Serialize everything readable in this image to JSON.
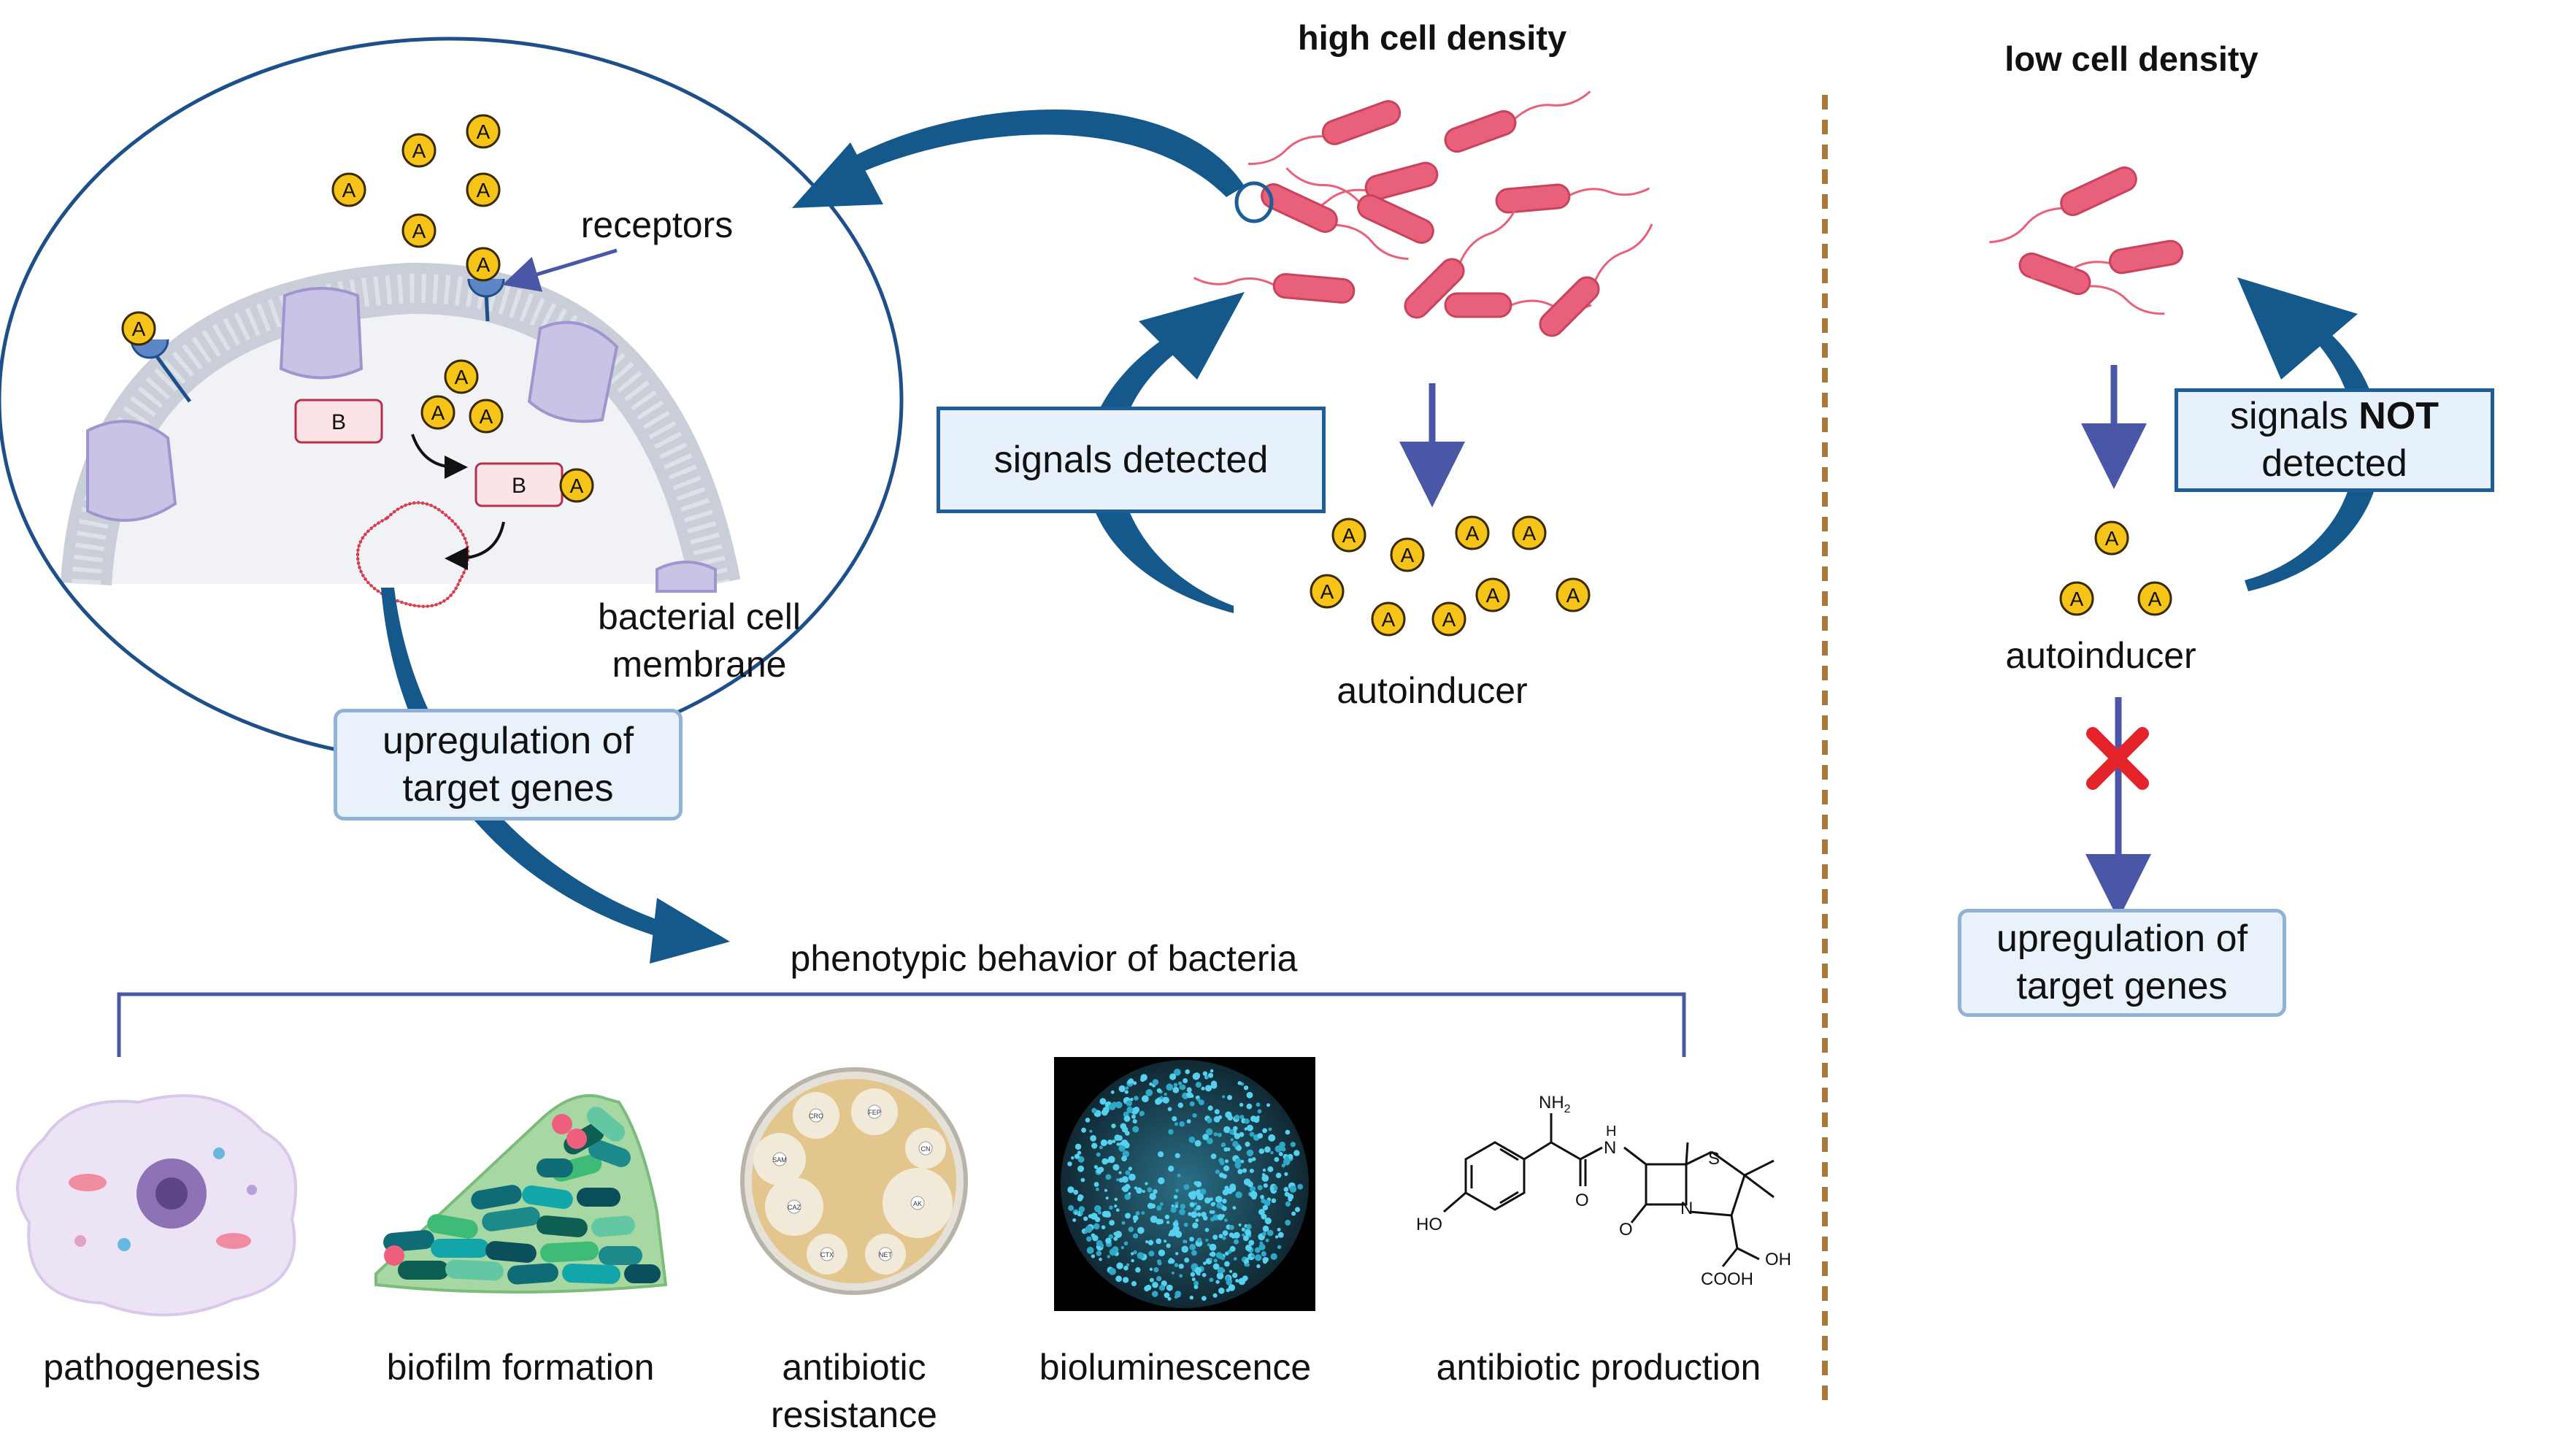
{
  "labels": {
    "high_density": "high cell density",
    "low_density": "low cell density",
    "receptors": "receptors",
    "membrane_line1": "bacterial cell",
    "membrane_line2": "membrane",
    "autoinducer_high": "autoinducer",
    "autoinducer_low": "autoinducer",
    "phenotypic": "phenotypic behavior of bacteria",
    "pathogenesis": "pathogenesis",
    "biofilm": "biofilm formation",
    "resistance_line1": "antibiotic",
    "resistance_line2": "resistance",
    "bioluminescence": "bioluminescence",
    "production": "antibiotic production",
    "molecule_A": "A",
    "molecule_B": "B"
  },
  "boxes": {
    "signals_detected": "signals detected",
    "signals_not_pre": "signals ",
    "signals_not_bold": "NOT",
    "signals_not_post": "detected",
    "upregulation_left_line1": "upregulation of",
    "upregulation_left_line2": "target genes",
    "upregulation_right_line1": "upregulation of",
    "upregulation_right_line2": "target genes"
  },
  "chemistry": {
    "nh2": "NH",
    "nh2_sub": "2",
    "ho": "HO",
    "o1": "O",
    "o2": "O",
    "n_amide": "N",
    "n_ring": "N",
    "h_amide": "H",
    "s": "S",
    "cooh": "COOH",
    "oh": "OH"
  },
  "petri_disc_labels": [
    "CRO",
    "FEP",
    "SAM",
    "CN",
    "CAZ",
    "AK",
    "CTX",
    "NET"
  ],
  "colors": {
    "arrow_dark": "#15598c",
    "arrow_purple": "#4a56a6",
    "bacteria": "#e8607a",
    "autoinducer_fill": "#f6c318",
    "autoinducer_stroke": "#3a2a00",
    "divider": "#a8773a",
    "red_x": "#e4232a",
    "box_dark_border": "#1d5e98",
    "box_light_border": "#8fb2d6"
  }
}
